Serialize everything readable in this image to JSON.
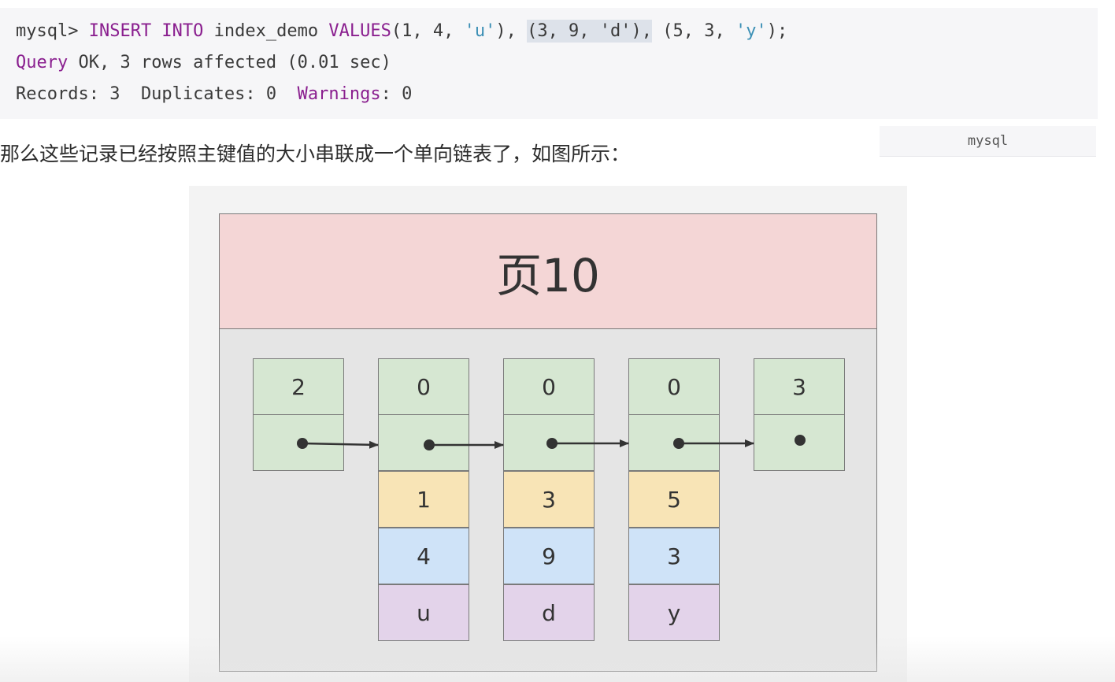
{
  "code": {
    "line1": {
      "prompt": "mysql> ",
      "insert_kw": "INSERT INTO",
      "table": " index_demo ",
      "values_kw": "VALUES",
      "t1_open": "(1, 4, ",
      "t1_str": "'u'",
      "t1_close": "), ",
      "t2_open": "(3, 9, ",
      "t2_str": "'d'",
      "t2_close": "),",
      "t3_open": " (5, 3, ",
      "t3_str": "'y'",
      "t3_close": ");"
    },
    "line2": {
      "query_kw": "Query",
      "rest": " OK, 3 rows affected (0.01 sec)"
    },
    "line3": {
      "records": "Records: 3  Duplicates: 0  ",
      "warnings_kw": "Warnings",
      "warnings_rest": ": 0"
    },
    "language": "mysql"
  },
  "paragraph": "那么这些记录已经按照主键值的大小串联成一个单向链表了，如图所示：",
  "diagram": {
    "page_title": "页10",
    "infimum": {
      "n_owned": "2"
    },
    "records": [
      {
        "next_record": "0",
        "pk": "1",
        "c1": "4",
        "c3": "u"
      },
      {
        "next_record": "0",
        "pk": "3",
        "c1": "9",
        "c3": "d"
      },
      {
        "next_record": "0",
        "pk": "5",
        "c1": "3",
        "c3": "y"
      }
    ],
    "supremum": {
      "n_owned": "3"
    },
    "colors": {
      "header": "#f4d6d6",
      "body": "#e5e5e5",
      "green": "#d6e7d2",
      "yellow": "#f8e4b6",
      "blue": "#cfe3f8",
      "purple": "#e3d3ea"
    }
  }
}
